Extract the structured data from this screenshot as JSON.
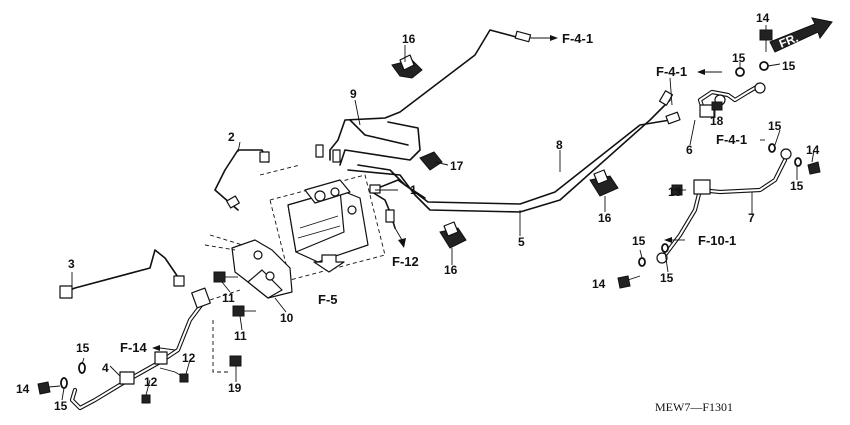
{
  "labels": {
    "n1": "1",
    "n2": "2",
    "n3": "3",
    "n4": "4",
    "n5": "5",
    "n6": "6",
    "n7": "7",
    "n8": "8",
    "n9": "9",
    "n10": "10",
    "n11a": "11",
    "n11b": "11",
    "n12a": "12",
    "n12b": "12",
    "n13": "13",
    "n14a": "14",
    "n14b": "14",
    "n14c": "14",
    "n14d": "14",
    "n15a": "15",
    "n15b": "15",
    "n15c": "15",
    "n15d": "15",
    "n15e": "15",
    "n15f": "15",
    "n15g": "15",
    "n15h": "15",
    "n16a": "16",
    "n16b": "16",
    "n16c": "16",
    "n17": "17",
    "n18": "18",
    "n19": "19"
  },
  "refs": {
    "f41_top": "F-4-1",
    "f41_right": "F-4-1",
    "f41_mid": "F-4-1",
    "f12": "F-12",
    "f5": "F-5",
    "f101": "F-10-1",
    "f14": "F-14"
  },
  "front_marker": "FR.",
  "diagram_code": "MEW7—F1301"
}
